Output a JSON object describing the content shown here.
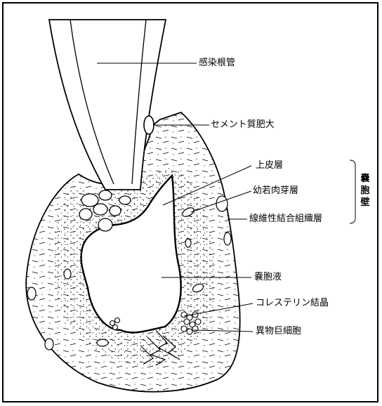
{
  "labels": {
    "infected_root_canal": "感染根管",
    "cementum_hypertrophy": "セメント質肥大",
    "epithelial_layer": "上皮層",
    "granulation_layer": "幼若肉芽層",
    "fibrous_connective_layer": "線維性結合組織層",
    "cyst_fluid": "嚢胞液",
    "cholesterol_crystals": "コレステリン結晶",
    "foreign_body_giant_cells": "異物巨細胞",
    "cyst_wall": "嚢胞壁"
  },
  "colors": {
    "ink": "#000000",
    "paper": "#ffffff"
  }
}
